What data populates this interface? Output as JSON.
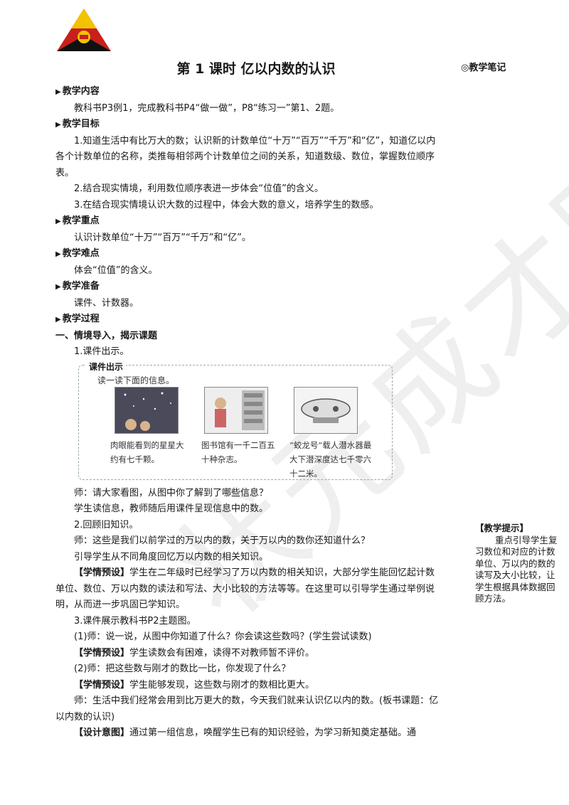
{
  "title": "第 1 课时  亿以内数的认识",
  "side_note": "◎教学笔记",
  "watermark": "状元成才路",
  "sections": {
    "content_h": "教学内容",
    "content": "教科书P3例1，完成教科书P4“做一做”，P8“练习一”第1、2题。",
    "goal_h": "教学目标",
    "goal1": "1.知道生活中有比万大的数；认识新的计数单位“十万”“百万”“千万”和“亿”，知道亿以内各个计数单位的名称，类推每相邻两个计数单位之间的关系，知道数级、数位，掌握数位顺序表。",
    "goal2": "2.结合现实情境，利用数位顺序表进一步体会“位值”的含义。",
    "goal3": "3.在结合现实情境认识大数的过程中，体会大数的意义，培养学生的数感。",
    "key_h": "教学重点",
    "key": "认识计数单位“十万”“百万”“千万”和“亿”。",
    "diff_h": "教学难点",
    "diff": "体会“位值”的含义。",
    "prep_h": "教学准备",
    "prep": "课件、计数器。",
    "proc_h": "教学过程",
    "part1": "一、情境导入，揭示课题",
    "p1": "1.课件出示。"
  },
  "courseware": {
    "label": "课件出示",
    "intro": "读一读下面的信息。",
    "captions": [
      "肉眼能看到的星星大约有七千颗。",
      "图书馆有一千二百五十种杂志。",
      "“蛟龙号”载人潜水器最大下潜深度达七千零六十二米。"
    ]
  },
  "body": {
    "t1": "师：请大家看图，从图中你了解到了哪些信息？",
    "t2": "学生读信息，教师随后用课件呈现信息中的数。",
    "t3": "2.回顾旧知识。",
    "t4": "师：这些是我们以前学过的万以内的数，关于万以内的数你还知道什么？",
    "t5": "引导学生从不同角度回忆万以内数的相关知识。",
    "t6_tag": "【学情预设】",
    "t6": "学生在二年级时已经学习了万以内数的相关知识，大部分学生能回忆起计数单位、数位、万以内数的读法和写法、大小比较的方法等等。在这里可以引导学生通过举例说明，从而进一步巩固已学知识。",
    "t7": "3.课件展示教科书P2主题图。",
    "t8": "(1)师：说一说，从图中你知道了什么？你会读这些数吗？(学生尝试读数)",
    "t9_tag": "【学情预设】",
    "t9": "学生读数会有困难，读得不对教师暂不评价。",
    "t10": "(2)师：把这些数与刚才的数比一比，你发现了什么？",
    "t11_tag": "【学情预设】",
    "t11": "学生能够发现，这些数与刚才的数相比更大。",
    "t12": "师：生活中我们经常会用到比万更大的数，今天我们就来认识亿以内的数。(板书课题：亿以内数的认识)",
    "t13_tag": "【设计意图】",
    "t13": "通过第一组信息，唤醒学生已有的知识经验，为学习新知奠定基础。通"
  },
  "tip": {
    "title": "【教学提示】",
    "body": "重点引导学生复习数位和对应的计数单位、万以内的数的读写及大小比较，让学生根据具体数据回顾方法。"
  },
  "colors": {
    "logo_red": "#c8201c",
    "logo_yellow": "#f2c300",
    "logo_black": "#111111"
  }
}
